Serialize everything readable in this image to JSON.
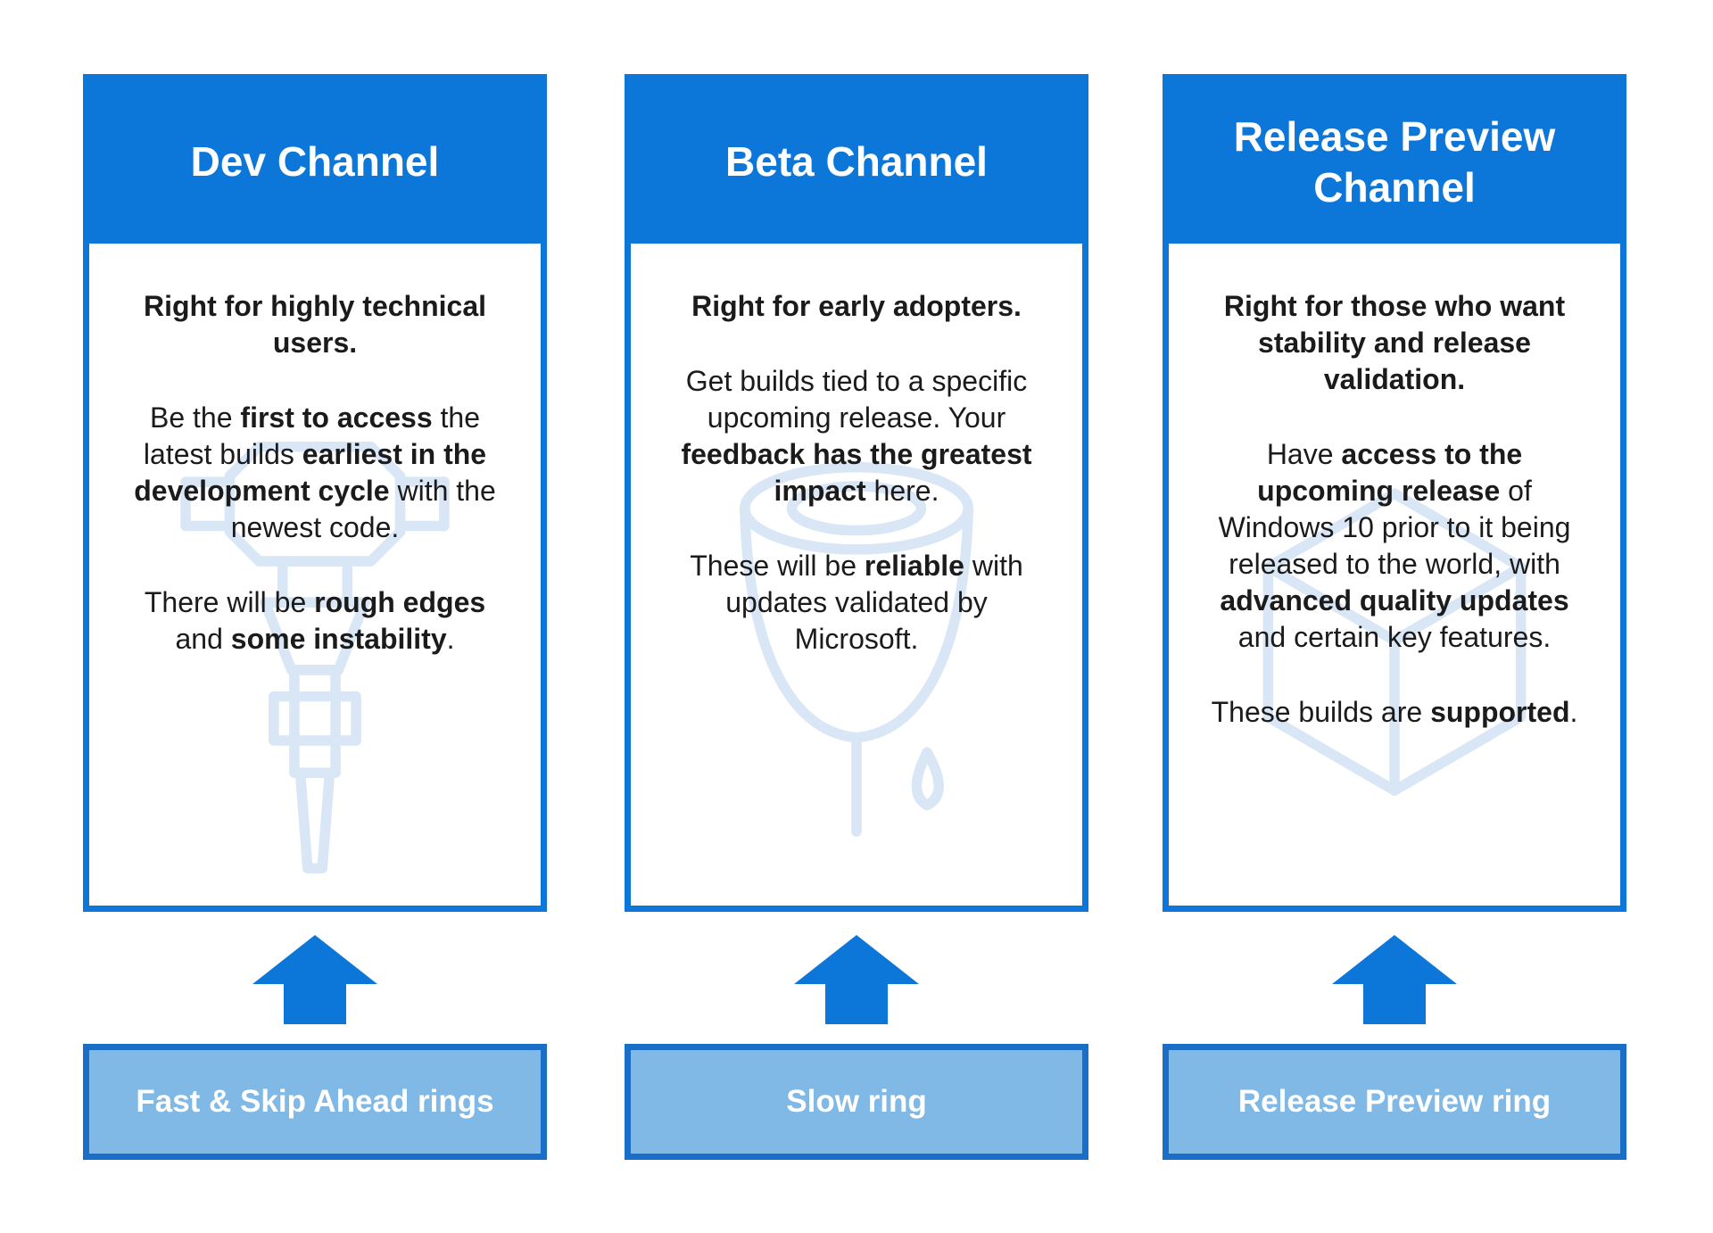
{
  "colors": {
    "accent": "#0d77d9",
    "ring_fill": "#80b9e6",
    "ring_border": "#1a6ec6",
    "watermark": "#d8e6f5",
    "text": "#1b1b1b",
    "title_color": "#ffffff"
  },
  "columns": [
    {
      "title": "Dev Channel",
      "watermark_icon": "jackhammer-icon",
      "paragraphs": [
        {
          "segments": [
            {
              "text": "Right for highly technical users.",
              "bold": true
            }
          ]
        },
        {
          "segments": [
            {
              "text": "Be the ",
              "bold": false
            },
            {
              "text": "first to access",
              "bold": true
            },
            {
              "text": " the latest builds ",
              "bold": false
            },
            {
              "text": "earliest in the development cycle",
              "bold": true
            },
            {
              "text": " with the newest code.",
              "bold": false
            }
          ]
        },
        {
          "segments": [
            {
              "text": "There will be ",
              "bold": false
            },
            {
              "text": "rough edges",
              "bold": true
            },
            {
              "text": " and ",
              "bold": false
            },
            {
              "text": "some instability",
              "bold": true
            },
            {
              "text": ".",
              "bold": false
            }
          ]
        }
      ],
      "ring_label": "Fast & Skip Ahead rings"
    },
    {
      "title": "Beta Channel",
      "watermark_icon": "paint-bucket-icon",
      "paragraphs": [
        {
          "segments": [
            {
              "text": "Right for early adopters.",
              "bold": true
            }
          ]
        },
        {
          "segments": [
            {
              "text": "Get builds tied to a specific upcoming release. Your ",
              "bold": false
            },
            {
              "text": "feedback has the greatest impact",
              "bold": true
            },
            {
              "text": " here.",
              "bold": false
            }
          ]
        },
        {
          "segments": [
            {
              "text": "These will be ",
              "bold": false
            },
            {
              "text": "reliable",
              "bold": true
            },
            {
              "text": " with updates validated by Microsoft.",
              "bold": false
            }
          ]
        }
      ],
      "ring_label": "Slow ring"
    },
    {
      "title": "Release Preview Channel",
      "watermark_icon": "cube-icon",
      "paragraphs": [
        {
          "segments": [
            {
              "text": "Right for those who want stability and release validation.",
              "bold": true
            }
          ]
        },
        {
          "segments": [
            {
              "text": "Have ",
              "bold": false
            },
            {
              "text": "access to the upcoming release",
              "bold": true
            },
            {
              "text": " of Windows 10 prior to it being released to the world, with ",
              "bold": false
            },
            {
              "text": "advanced quality updates",
              "bold": true
            },
            {
              "text": " and certain key features.",
              "bold": false
            }
          ]
        },
        {
          "segments": [
            {
              "text": "These builds are ",
              "bold": false
            },
            {
              "text": "supported",
              "bold": true
            },
            {
              "text": ".",
              "bold": false
            }
          ]
        }
      ],
      "ring_label": "Release Preview ring"
    }
  ]
}
